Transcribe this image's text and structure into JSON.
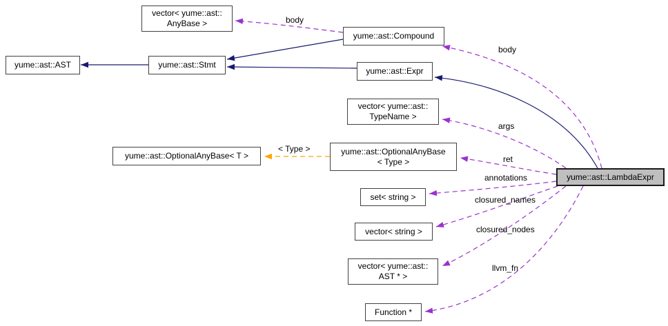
{
  "diagram": {
    "nodes": {
      "vector_anybase": {
        "label": "vector< yume::ast::\nAnyBase >"
      },
      "ast": {
        "label": "yume::ast::AST"
      },
      "stmt": {
        "label": "yume::ast::Stmt"
      },
      "compound": {
        "label": "yume::ast::Compound"
      },
      "expr": {
        "label": "yume::ast::Expr"
      },
      "vector_typename": {
        "label": "vector< yume::ast::\nTypeName >"
      },
      "optional_t": {
        "label": "yume::ast::OptionalAnyBase< T >"
      },
      "optional_type": {
        "label": "yume::ast::OptionalAnyBase\n< Type >"
      },
      "set_string": {
        "label": "set< string >"
      },
      "vector_string": {
        "label": "vector< string >"
      },
      "vector_ast_ptr": {
        "label": "vector< yume::ast::\nAST * >"
      },
      "function_ptr": {
        "label": "Function *"
      },
      "lambda": {
        "label": "yume::ast::LambdaExpr",
        "highlighted": true
      }
    },
    "edge_labels": {
      "body_inner": "body",
      "body_outer": "body",
      "args": "args",
      "ret": "ret",
      "annotations": "annotations",
      "closured_names": "closured_names",
      "closured_nodes": "closured_nodes",
      "llvm_fn": "llvm_fn",
      "template_type": "< Type >"
    },
    "edges": [
      {
        "from": "stmt",
        "to": "ast",
        "type": "inheritance"
      },
      {
        "from": "compound",
        "to": "stmt",
        "type": "inheritance"
      },
      {
        "from": "expr",
        "to": "stmt",
        "type": "inheritance"
      },
      {
        "from": "lambda",
        "to": "expr",
        "type": "inheritance"
      },
      {
        "from": "compound",
        "to": "vector_anybase",
        "type": "usage",
        "label": "body"
      },
      {
        "from": "lambda",
        "to": "compound",
        "type": "usage",
        "label": "body"
      },
      {
        "from": "lambda",
        "to": "vector_typename",
        "type": "usage",
        "label": "args"
      },
      {
        "from": "lambda",
        "to": "optional_type",
        "type": "usage",
        "label": "ret"
      },
      {
        "from": "lambda",
        "to": "set_string",
        "type": "usage",
        "label": "annotations"
      },
      {
        "from": "lambda",
        "to": "vector_string",
        "type": "usage",
        "label": "closured_names"
      },
      {
        "from": "lambda",
        "to": "vector_ast_ptr",
        "type": "usage",
        "label": "closured_nodes"
      },
      {
        "from": "lambda",
        "to": "function_ptr",
        "type": "usage",
        "label": "llvm_fn"
      },
      {
        "from": "optional_type",
        "to": "optional_t",
        "type": "template-instance",
        "label": "< Type >"
      }
    ],
    "colors": {
      "inheritance_edge": "#191970",
      "usage_edge": "#9a32cd",
      "template_edge": "#ffa500",
      "node_fill": "#ffffff",
      "node_border": "#404040",
      "highlight_fill": "#bfbfbf",
      "background": "#ffffff",
      "text": "#000000"
    }
  }
}
